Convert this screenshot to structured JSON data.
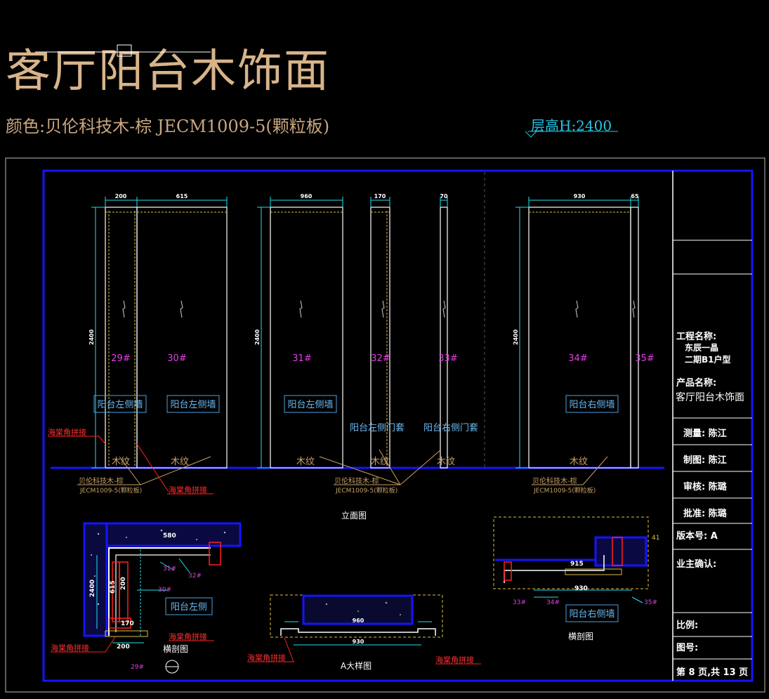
{
  "header": {
    "title": "客厅阳台木饰面",
    "subtitle": "颜色:贝伦科技木-棕 JECM1009-5(颗粒板)",
    "floor_height": "层高H:2400"
  },
  "elevation": {
    "caption": "立面图",
    "panels": [
      {
        "id": "29#",
        "width": "200",
        "height": "2400"
      },
      {
        "id": "30#",
        "width": "615"
      },
      {
        "id": "31#",
        "width": "960",
        "height": "2400"
      },
      {
        "id": "32#",
        "width": "170"
      },
      {
        "id": "33#",
        "width": "70"
      },
      {
        "id": "34#",
        "width": "930",
        "height": "2400"
      },
      {
        "id": "35#",
        "width": "65"
      }
    ],
    "wall_labels": [
      "阳台左侧墙",
      "阳台左侧墙",
      "阳台左侧墙",
      "阳台右侧墙"
    ],
    "door_labels": [
      "阳台左侧门套",
      "阳台右侧门套"
    ],
    "grain_label": "木纹",
    "material_note_line1": "贝伦科技木-棕",
    "material_note_line2": "JECM1009-5(颗粒板)",
    "joint_note": "海棠角拼接"
  },
  "section_left": {
    "caption": "横剖图",
    "wall_label": "阳台左侧",
    "dims": [
      "580",
      "615",
      "200",
      "170",
      "2400",
      "200"
    ],
    "refs": [
      "31#",
      "32#",
      "30#",
      "29#"
    ]
  },
  "detail_a": {
    "caption": "A大样图",
    "dims": [
      "960",
      "930"
    ]
  },
  "section_right": {
    "caption": "横剖图",
    "wall_label": "阳台右侧墙",
    "dims": [
      "915",
      "930",
      "41"
    ],
    "refs": [
      "33#",
      "34#",
      "35#"
    ]
  },
  "title_block": {
    "project_label": "工程名称:",
    "project_name_1": "东辰一晶",
    "project_name_2": "二期B1户型",
    "product_label": "产品名称:",
    "product_name": "客厅阳台木饰面",
    "measure": "测量: 陈江",
    "draw": "制图: 陈江",
    "review": "审核: 陈璐",
    "approve": "批准: 陈璐",
    "version": "版本号:  A",
    "owner": "业主确认:",
    "scale": "比例:",
    "drawing_no": "图号:",
    "page": "第 8 页,共 13 页"
  },
  "colors": {
    "frame_blue": "#1414ff",
    "cyan": "#22e0f0",
    "magenta": "#e040e0",
    "red": "#ff2020",
    "gold": "#c8a064"
  }
}
